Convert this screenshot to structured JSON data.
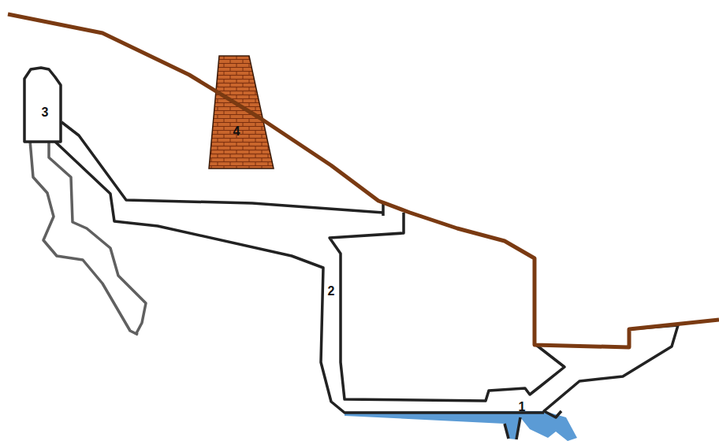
{
  "diagram": {
    "nodes": [
      {
        "text": [
          "3"
        ]
      },
      {
        "text": [
          "4"
        ]
      }
    ],
    "labels": [
      "2",
      "1"
    ]
  }
}
